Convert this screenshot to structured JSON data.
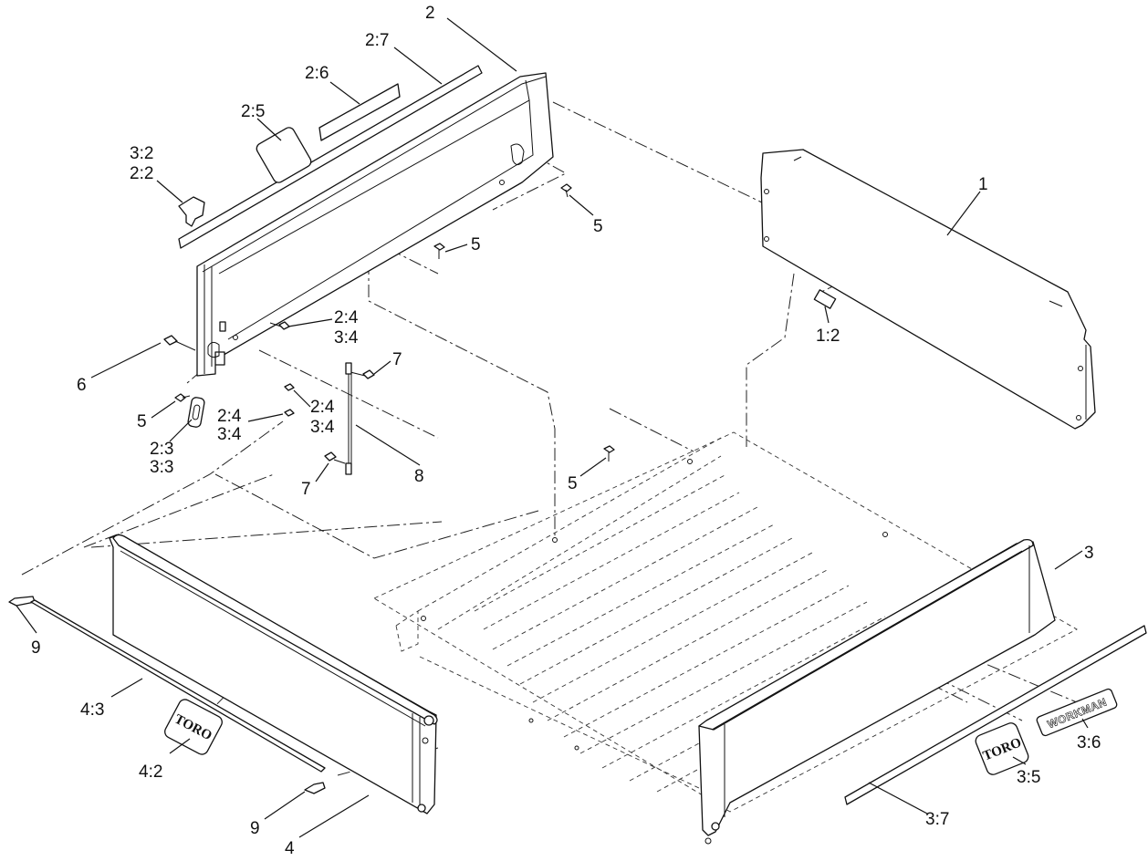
{
  "diagram": {
    "labels": {
      "l1": "1",
      "l1_2": "1:2",
      "l2": "2",
      "l2_7": "2:7",
      "l2_6": "2:6",
      "l2_5": "2:5",
      "l3_2": "3:2",
      "l2_2": "2:2",
      "l5a": "5",
      "l5b": "5",
      "l2_4a": "2:4",
      "l3_4a": "3:4",
      "l6": "6",
      "l7a": "7",
      "l5c": "5",
      "l2_4b": "2:4",
      "l3_4b": "3:4",
      "l2_4c": "2:4",
      "l3_4c": "3:4",
      "l2_3": "2:3",
      "l3_3": "3:3",
      "l8": "8",
      "l7b": "7",
      "l5d": "5",
      "l3": "3",
      "l9a": "9",
      "l4_3": "4:3",
      "l4_2": "4:2",
      "l9b": "9",
      "l4": "4",
      "l3_6": "3:6",
      "l3_5": "3:5",
      "l3_7": "3:7"
    },
    "decals": {
      "toro_left": "TORO",
      "toro_right": "TORO",
      "workman": "WORKMAN"
    }
  }
}
